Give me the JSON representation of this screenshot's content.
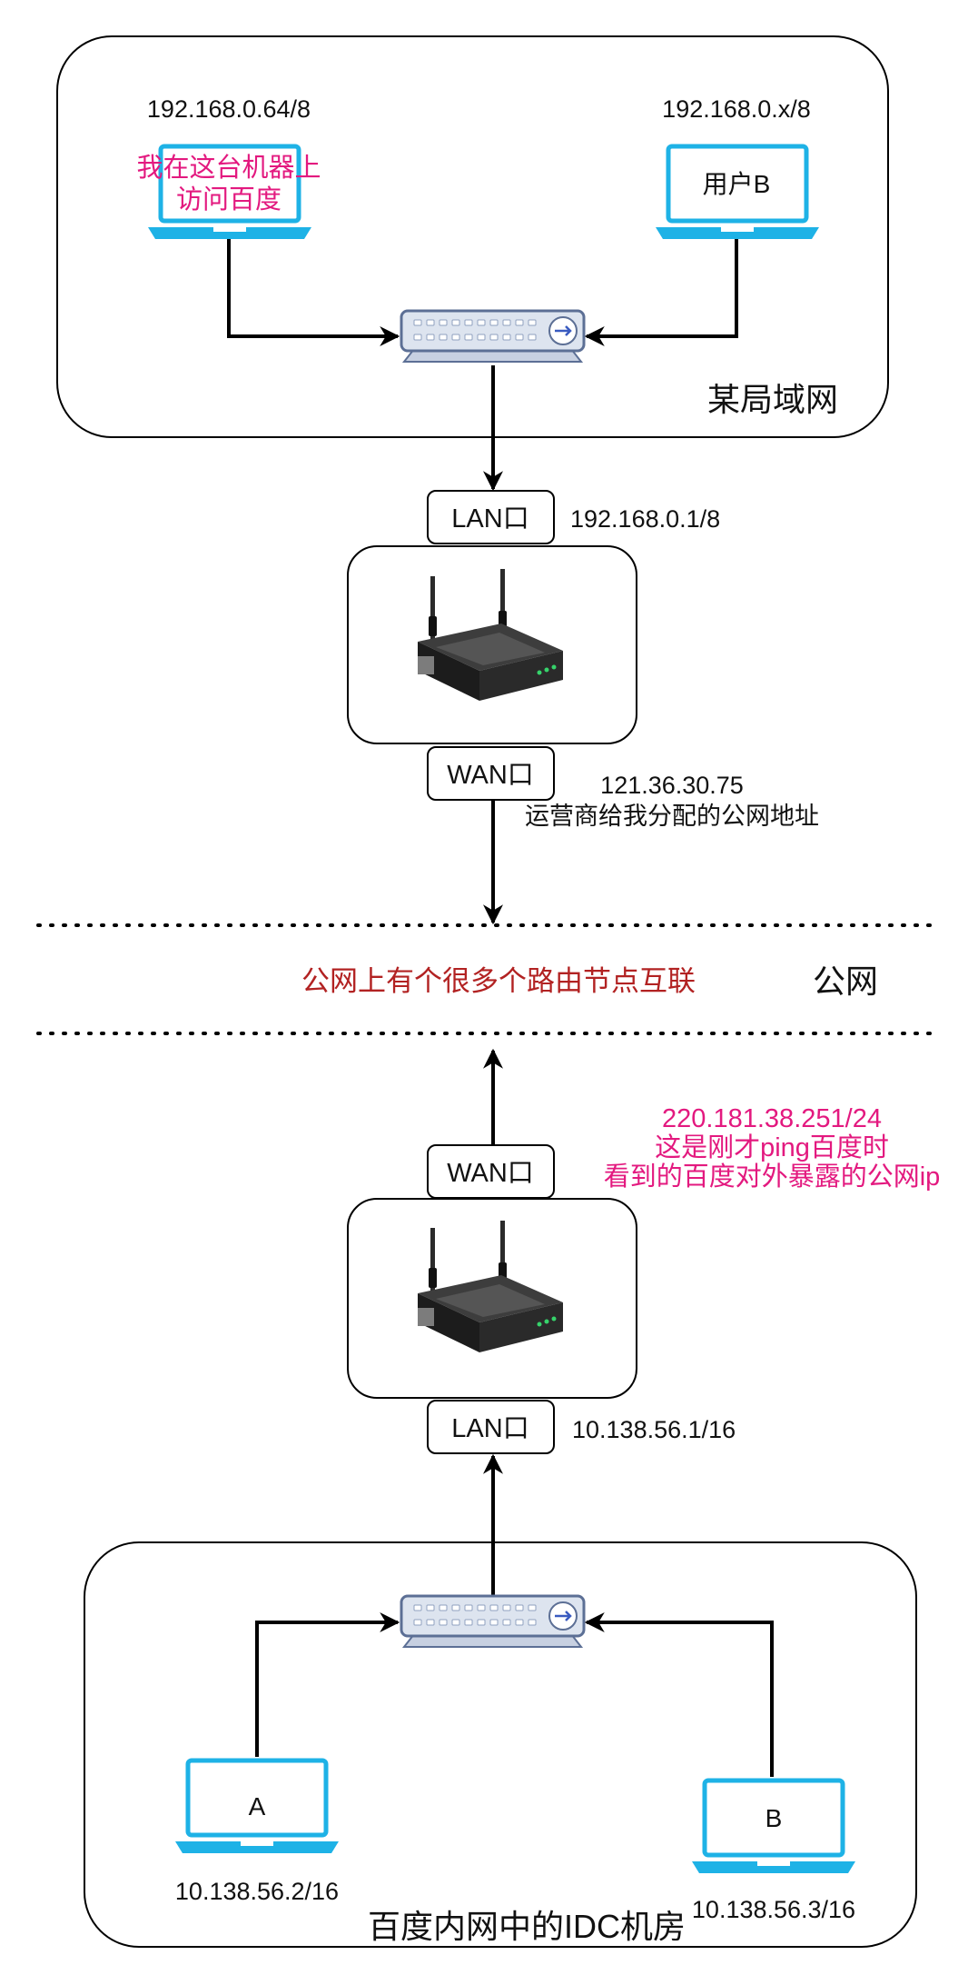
{
  "lan_top": {
    "zone_label": "某局域网",
    "my_machine": {
      "ip": "192.168.0.64/8",
      "note_line1": "我在这台机器上",
      "note_line2": "访问百度"
    },
    "user_b": {
      "ip": "192.168.0.x/8",
      "label": "用户B"
    }
  },
  "router_top": {
    "lan_port": "LAN口",
    "lan_ip": "192.168.0.1/8",
    "wan_port": "WAN口",
    "wan_ip": "121.36.30.75",
    "wan_note": "运营商给我分配的公网地址"
  },
  "internet": {
    "note": "公网上有个很多个路由节点互联",
    "label": "公网"
  },
  "router_bottom": {
    "wan_port": "WAN口",
    "public_ip": "220.181.38.251/24",
    "public_note_line1": "这是刚才ping百度时",
    "public_note_line2": "看到的百度对外暴露的公网ip",
    "lan_port": "LAN口",
    "lan_ip": "10.138.56.1/16"
  },
  "idc": {
    "zone_label": "百度内网中的IDC机房",
    "host_a": {
      "label": "A",
      "ip": "10.138.56.2/16"
    },
    "host_b": {
      "label": "B",
      "ip": "10.138.56.3/16"
    }
  },
  "colors": {
    "laptop": "#1eb2e6",
    "switch_body": "#dde4ef",
    "switch_border": "#5c6f95",
    "pink_text": "#e3197f",
    "red_text": "#b22222"
  },
  "icons": [
    "laptop-icon",
    "switch-icon",
    "wifi-router-icon",
    "arrow-right-icon"
  ]
}
